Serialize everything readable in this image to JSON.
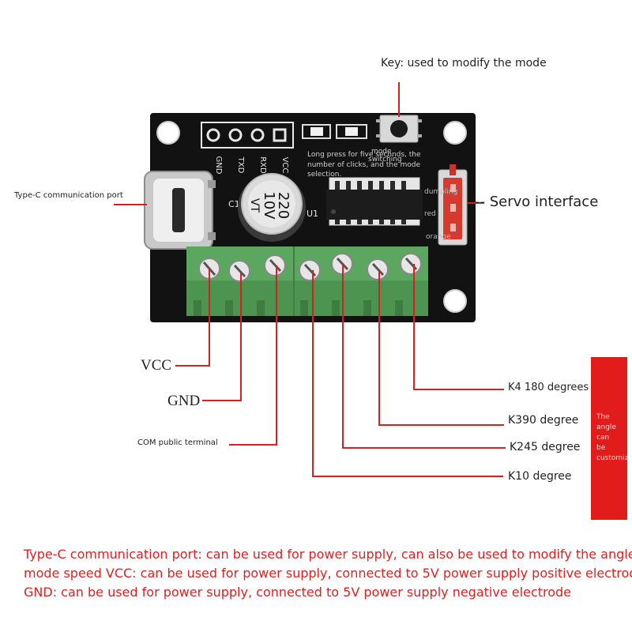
{
  "labels": {
    "key": "Key: used to modify the mode",
    "type_c": "Type-C communication port",
    "servo": "-- Servo interface",
    "vcc": "VCC",
    "gnd": "GND",
    "com": "COM public terminal",
    "k4": "K4 180 degrees",
    "k3": "K390 degree",
    "k2": "K245 degree",
    "k1": "K10 degree"
  },
  "board": {
    "header_pins": [
      "GND",
      "TXD",
      "RXD",
      "VCC"
    ],
    "capacitor_text": [
      "220",
      "10V",
      "VT"
    ],
    "silk_c1": "C1",
    "silk_u1": "U1",
    "mode_note_1": "mode",
    "mode_note_2": "switching",
    "long_press_note": [
      "Long press for five seconds, the",
      "number of clicks, and the mode",
      "selection."
    ],
    "servo_wires": [
      "dumpling",
      "red",
      "orange"
    ]
  },
  "side_note": [
    "The",
    "angle",
    "can",
    "be",
    "customiz"
  ],
  "description": [
    "Type-C communication port: can be used for power supply, can also be used to modify the angle,",
    "mode speed VCC: can be used for power supply, connected to 5V power supply positive electrode",
    "GND: can be used for power supply, connected to 5V power supply negative electrode"
  ],
  "colors": {
    "pcb": "#111111",
    "terminal": "#5aa55e",
    "pointer": "#e02020",
    "panel": "#e21b1b"
  }
}
